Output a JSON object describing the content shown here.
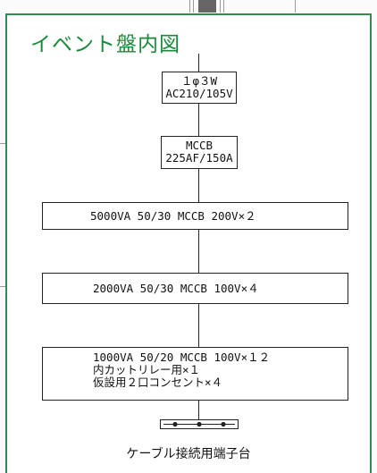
{
  "title": "イベント盤内図",
  "supply": {
    "lines": [
      "１φ３W",
      "AC210/105V"
    ]
  },
  "main_breaker": {
    "lines": [
      "MCCB",
      "225AF/150A"
    ]
  },
  "branches": [
    {
      "lines": [
        "5000VA 50/30 MCCB 200V×２"
      ]
    },
    {
      "lines": [
        "2000VA 50/30 MCCB 100V×４"
      ]
    },
    {
      "lines": [
        "1000VA 50/20 MCCB 100V×１２",
        "内カットリレー用×１",
        "仮設用２口コンセント×４"
      ]
    }
  ],
  "terminal_caption": "ケーブル接続用端子台"
}
